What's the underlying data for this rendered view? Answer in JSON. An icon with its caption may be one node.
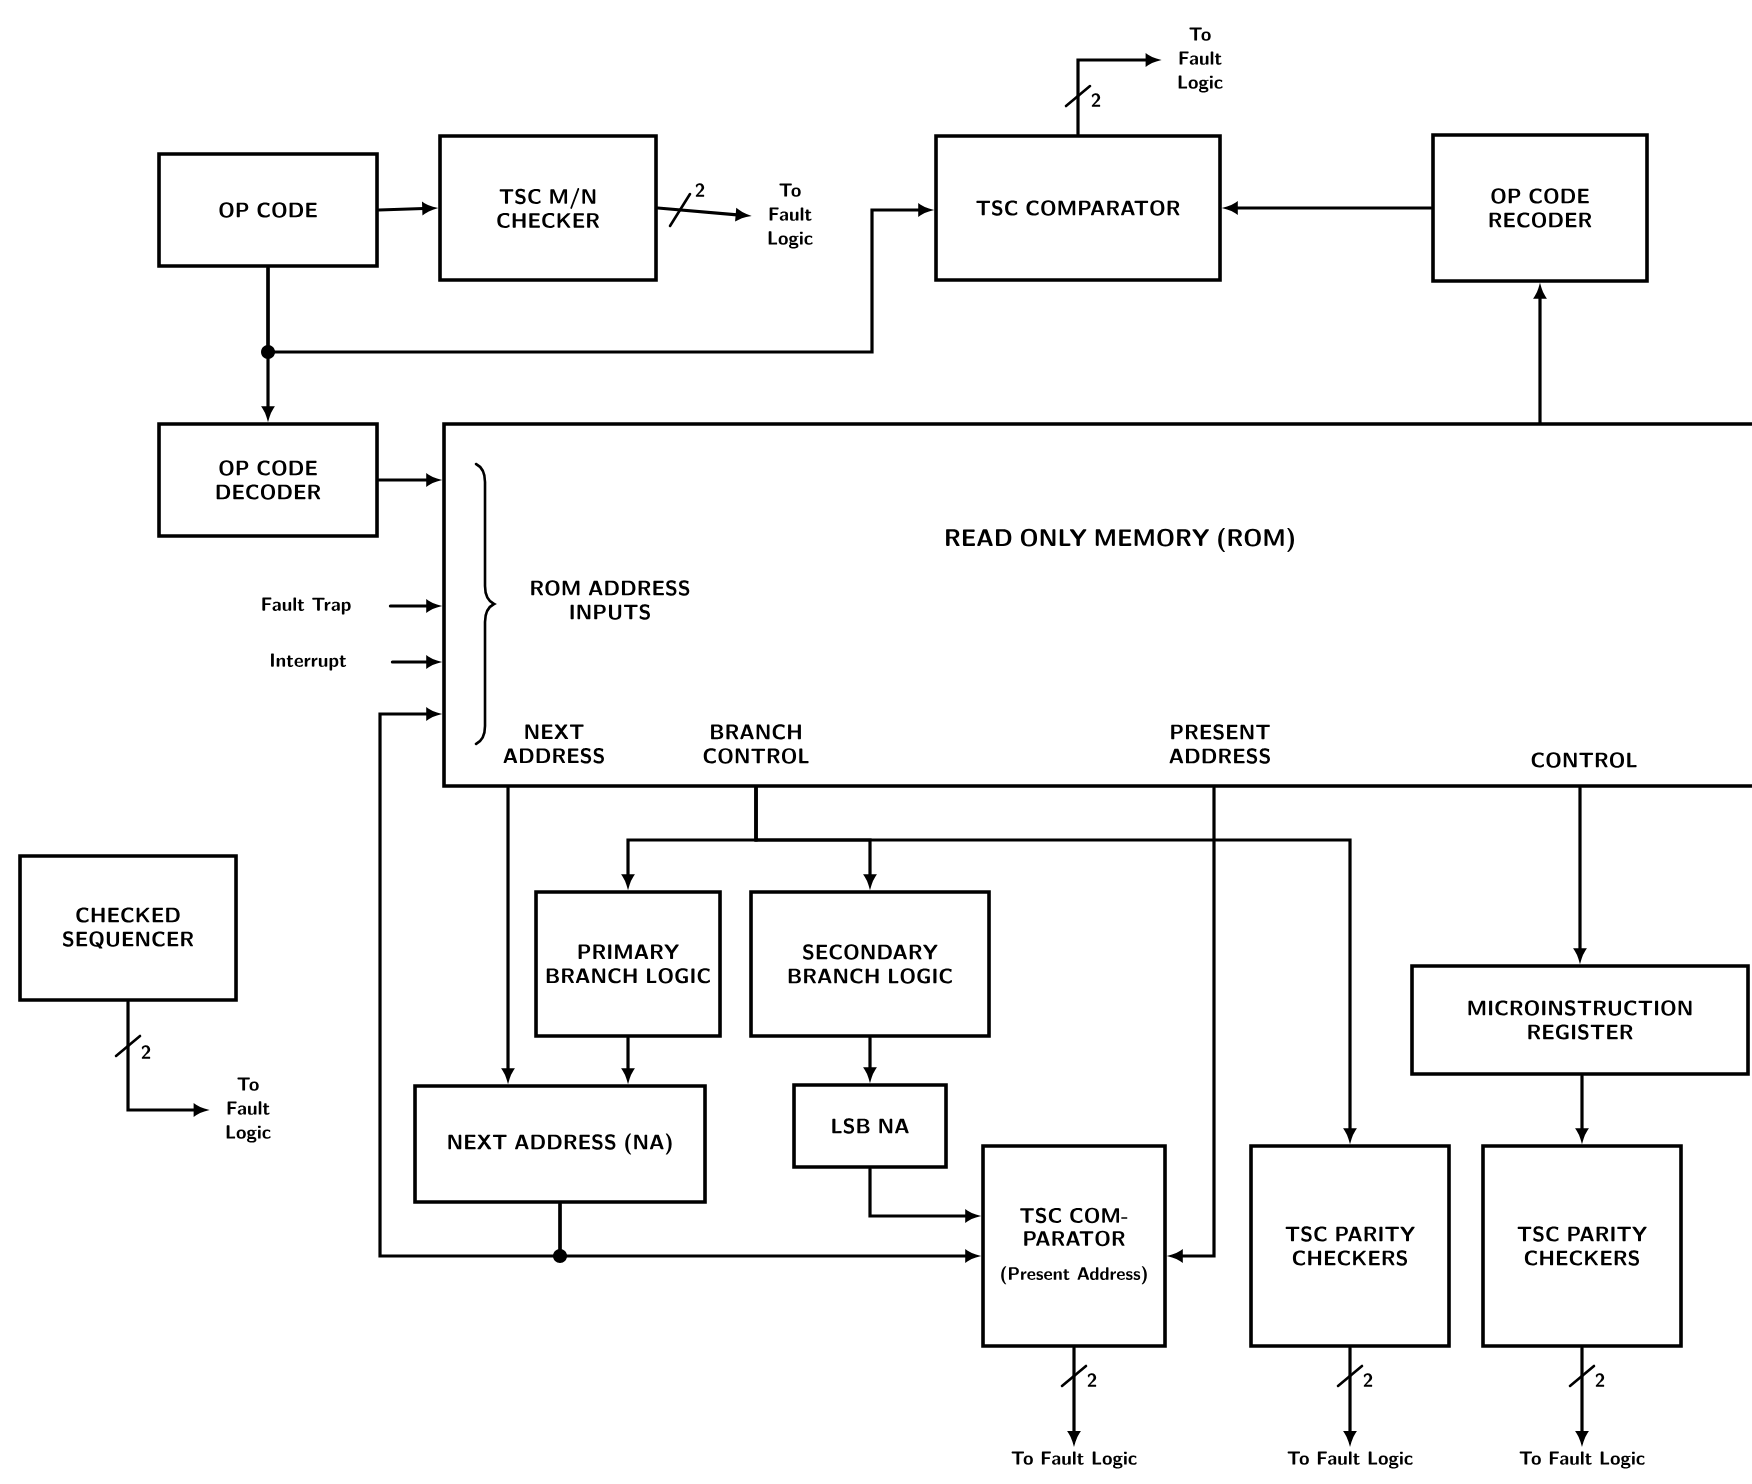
{
  "diagram": {
    "nodes": [
      {
        "text": [
          "OP CODE"
        ]
      },
      {
        "text": [
          "TSC M/N CHECKER"
        ]
      },
      {
        "text": [
          "To Fault Logic"
        ]
      },
      {
        "text": [
          "TSC COMPARATOR"
        ]
      },
      {
        "text": [
          "To Fault Logic"
        ]
      },
      {
        "text": [
          "OP CODE RECODER"
        ]
      },
      {
        "text": [
          "OP CODE DECODER"
        ]
      },
      {
        "text": [
          "READ ONLY MEMORY (ROM)",
          "ROM ADDRESS INPUTS",
          "NEXT ADDRESS",
          "BRANCH CONTROL",
          "PRESENT ADDRESS",
          "CONTROL"
        ]
      },
      {
        "text": [
          "Fault Trap"
        ]
      },
      {
        "text": [
          "Interrupt"
        ]
      },
      {
        "text": [
          "CHECKED SEQUENCER"
        ]
      },
      {
        "text": [
          "To Fault Logic"
        ]
      },
      {
        "text": [
          "PRIMARY BRANCH LOGIC"
        ]
      },
      {
        "text": [
          "SECONDARY BRANCH LOGIC"
        ]
      },
      {
        "text": [
          "NEXT ADDRESS (NA)"
        ]
      },
      {
        "text": [
          "LSB NA"
        ]
      },
      {
        "text": [
          "TSC COM- PARATOR",
          "(Present Address)"
        ]
      },
      {
        "text": [
          "TSC PARITY CHECKERS"
        ]
      },
      {
        "text": [
          "MICROINSTRUCTION REGISTER"
        ]
      },
      {
        "text": [
          "TSC PARITY CHECKERS"
        ]
      },
      {
        "text": [
          "To Fault Logic"
        ]
      },
      {
        "text": [
          "To Fault Logic"
        ]
      },
      {
        "text": [
          "To Fault Logic"
        ]
      }
    ],
    "edges": [
      {
        "from": 0,
        "to": 1,
        "arrow": "to"
      },
      {
        "from": 1,
        "to": 2,
        "arrow": "to",
        "label": "2"
      },
      {
        "from": 0,
        "to": 6,
        "arrow": "to"
      },
      {
        "from": 0,
        "to": 3,
        "arrow": "to"
      },
      {
        "from": 5,
        "to": 3,
        "arrow": "to"
      },
      {
        "from": 3,
        "to": 4,
        "arrow": "to",
        "label": "2"
      },
      {
        "from": 7,
        "to": 5,
        "arrow": "to"
      },
      {
        "from": 6,
        "to": 7,
        "arrow": "to"
      },
      {
        "from": 8,
        "to": 7,
        "arrow": "to"
      },
      {
        "from": 9,
        "to": 7,
        "arrow": "to"
      },
      {
        "from": 14,
        "to": 7,
        "arrow": "to"
      },
      {
        "from": 14,
        "to": 16,
        "arrow": "to"
      },
      {
        "from": 7,
        "to": 14,
        "arrow": "to"
      },
      {
        "from": 7,
        "to": 12,
        "arrow": "to"
      },
      {
        "from": 7,
        "to": 13,
        "arrow": "to"
      },
      {
        "from": 7,
        "to": 17,
        "arrow": "to"
      },
      {
        "from": 7,
        "to": 16,
        "arrow": "to"
      },
      {
        "from": 12,
        "to": 14,
        "arrow": "to"
      },
      {
        "from": 13,
        "to": 15,
        "arrow": "to"
      },
      {
        "from": 15,
        "to": 16,
        "arrow": "to"
      },
      {
        "from": 7,
        "to": 18,
        "arrow": "to"
      },
      {
        "from": 18,
        "to": 19,
        "arrow": "to"
      },
      {
        "from": 10,
        "to": 11,
        "arrow": "to",
        "label": "2"
      },
      {
        "from": 16,
        "to": 20,
        "arrow": "to",
        "label": "2"
      },
      {
        "from": 17,
        "to": 21,
        "arrow": "to",
        "label": "2"
      },
      {
        "from": 19,
        "to": 22,
        "arrow": "to",
        "label": "2"
      }
    ]
  }
}
